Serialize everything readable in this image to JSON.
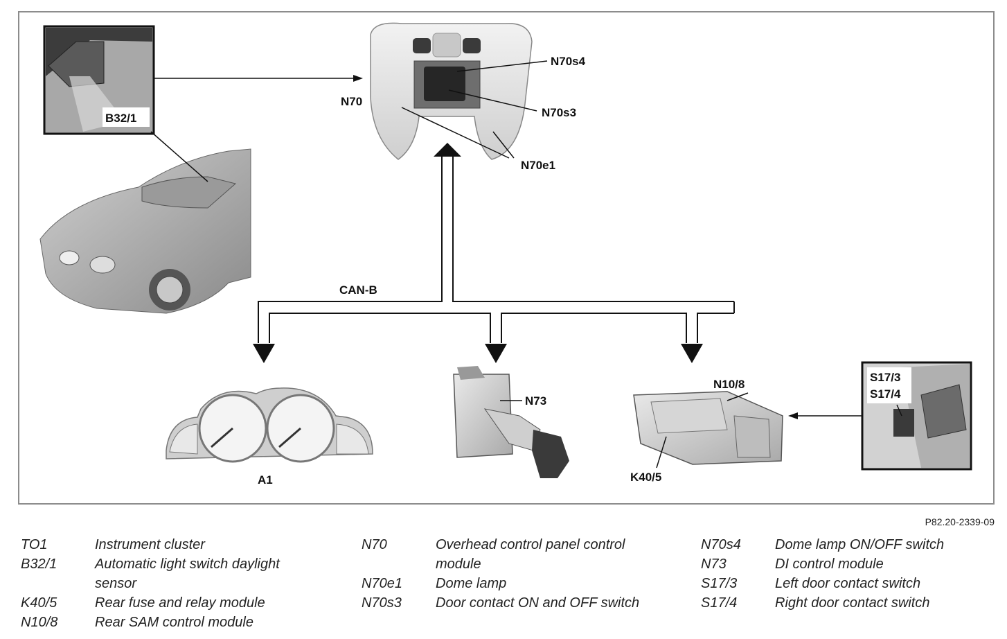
{
  "diagram": {
    "labels": {
      "b32_1": "B32/1",
      "n70": "N70",
      "n70s4": "N70s4",
      "n70s3": "N70s3",
      "n70e1": "N70e1",
      "can_b": "CAN-B",
      "a1": "A1",
      "n73": "N73",
      "n10_8": "N10/8",
      "k40_5": "K40/5",
      "s17_3": "S17/3",
      "s17_4": "S17/4"
    },
    "reference": "P82.20-2339-09"
  },
  "legend": {
    "col1": [
      {
        "code": "TO1",
        "desc": "Instrument cluster"
      },
      {
        "code": "B32/1",
        "desc": "Automatic light switch daylight"
      },
      {
        "code": "",
        "desc": "sensor"
      },
      {
        "code": "K40/5",
        "desc": "Rear fuse and relay module"
      },
      {
        "code": "N10/8",
        "desc": "Rear SAM control module"
      }
    ],
    "col2": [
      {
        "code": "N70",
        "desc": "Overhead control panel control"
      },
      {
        "code": "",
        "desc": "module"
      },
      {
        "code": "N70e1",
        "desc": "Dome lamp"
      },
      {
        "code": "N70s3",
        "desc": "Door contact ON and OFF switch"
      }
    ],
    "col3": [
      {
        "code": "N70s4",
        "desc": "Dome lamp ON/OFF switch"
      },
      {
        "code": "N73",
        "desc": "DI control module"
      },
      {
        "code": "S17/3",
        "desc": "Left door contact switch"
      },
      {
        "code": "S17/4",
        "desc": "Right door contact switch"
      }
    ]
  },
  "colors": {
    "frame": "#8c8c8c",
    "line": "#111111",
    "photo_gray": "#b8b8b8"
  }
}
